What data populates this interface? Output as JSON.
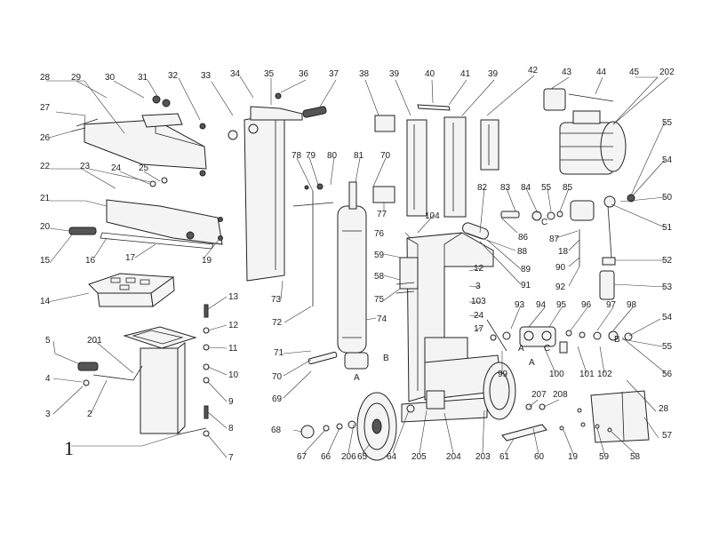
{
  "diagram": {
    "main_label": "1",
    "callouts": [
      {
        "id": "n28a",
        "text": "28"
      },
      {
        "id": "n29",
        "text": "29"
      },
      {
        "id": "n30",
        "text": "30"
      },
      {
        "id": "n31",
        "text": "31"
      },
      {
        "id": "n32",
        "text": "32"
      },
      {
        "id": "n33",
        "text": "33"
      },
      {
        "id": "n34",
        "text": "34"
      },
      {
        "id": "n35",
        "text": "35"
      },
      {
        "id": "n36",
        "text": "36"
      },
      {
        "id": "n37",
        "text": "37"
      },
      {
        "id": "n38",
        "text": "38"
      },
      {
        "id": "n39a",
        "text": "39"
      },
      {
        "id": "n40",
        "text": "40"
      },
      {
        "id": "n41",
        "text": "41"
      },
      {
        "id": "n39b",
        "text": "39"
      },
      {
        "id": "n42",
        "text": "42"
      },
      {
        "id": "n43",
        "text": "43"
      },
      {
        "id": "n44",
        "text": "44"
      },
      {
        "id": "n45",
        "text": "45"
      },
      {
        "id": "n202",
        "text": "202"
      },
      {
        "id": "n27",
        "text": "27"
      },
      {
        "id": "n26",
        "text": "26"
      },
      {
        "id": "n22",
        "text": "22"
      },
      {
        "id": "n23",
        "text": "23"
      },
      {
        "id": "n24a",
        "text": "24"
      },
      {
        "id": "n25",
        "text": "25"
      },
      {
        "id": "n21",
        "text": "21"
      },
      {
        "id": "n20",
        "text": "20"
      },
      {
        "id": "n15",
        "text": "15"
      },
      {
        "id": "n16",
        "text": "16"
      },
      {
        "id": "n17a",
        "text": "17"
      },
      {
        "id": "n19a",
        "text": "19"
      },
      {
        "id": "n14",
        "text": "14"
      },
      {
        "id": "n78",
        "text": "78"
      },
      {
        "id": "n79",
        "text": "79"
      },
      {
        "id": "n80",
        "text": "80"
      },
      {
        "id": "n81",
        "text": "81"
      },
      {
        "id": "n70a",
        "text": "70"
      },
      {
        "id": "n77",
        "text": "77"
      },
      {
        "id": "n73",
        "text": "73"
      },
      {
        "id": "n72",
        "text": "72"
      },
      {
        "id": "n71",
        "text": "71"
      },
      {
        "id": "n74",
        "text": "74"
      },
      {
        "id": "n70b",
        "text": "70"
      },
      {
        "id": "n69",
        "text": "69"
      },
      {
        "id": "n104",
        "text": "104"
      },
      {
        "id": "n76",
        "text": "76"
      },
      {
        "id": "n59a",
        "text": "59"
      },
      {
        "id": "n58a",
        "text": "58"
      },
      {
        "id": "n75",
        "text": "75"
      },
      {
        "id": "n82",
        "text": "82"
      },
      {
        "id": "n83",
        "text": "83"
      },
      {
        "id": "n84",
        "text": "84"
      },
      {
        "id": "n55a",
        "text": "55"
      },
      {
        "id": "n85",
        "text": "85"
      },
      {
        "id": "n86",
        "text": "86"
      },
      {
        "id": "n87",
        "text": "87"
      },
      {
        "id": "n88",
        "text": "88"
      },
      {
        "id": "n89",
        "text": "89"
      },
      {
        "id": "n91",
        "text": "91"
      },
      {
        "id": "n18",
        "text": "18"
      },
      {
        "id": "n90",
        "text": "90"
      },
      {
        "id": "n92",
        "text": "92"
      },
      {
        "id": "n55b",
        "text": "55"
      },
      {
        "id": "n54a",
        "text": "54"
      },
      {
        "id": "n50",
        "text": "50"
      },
      {
        "id": "n51",
        "text": "51"
      },
      {
        "id": "n52",
        "text": "52"
      },
      {
        "id": "n53",
        "text": "53"
      },
      {
        "id": "n12a",
        "text": "12"
      },
      {
        "id": "n3a",
        "text": "3"
      },
      {
        "id": "n24b",
        "text": "24"
      },
      {
        "id": "n17b",
        "text": "17"
      },
      {
        "id": "n93",
        "text": "93"
      },
      {
        "id": "n94",
        "text": "94"
      },
      {
        "id": "n95",
        "text": "95"
      },
      {
        "id": "n96",
        "text": "96"
      },
      {
        "id": "n97",
        "text": "97"
      },
      {
        "id": "n98",
        "text": "98"
      },
      {
        "id": "n54b",
        "text": "54"
      },
      {
        "id": "n55c",
        "text": "55"
      },
      {
        "id": "n99",
        "text": "99"
      },
      {
        "id": "n100",
        "text": "100"
      },
      {
        "id": "n101",
        "text": "101"
      },
      {
        "id": "n102",
        "text": "102"
      },
      {
        "id": "n56",
        "text": "56"
      },
      {
        "id": "n103",
        "text": "103"
      },
      {
        "id": "n13",
        "text": "13"
      },
      {
        "id": "n12b",
        "text": "12"
      },
      {
        "id": "n11",
        "text": "11"
      },
      {
        "id": "n10",
        "text": "10"
      },
      {
        "id": "n9",
        "text": "9"
      },
      {
        "id": "n8",
        "text": "8"
      },
      {
        "id": "n7",
        "text": "7"
      },
      {
        "id": "n5",
        "text": "5"
      },
      {
        "id": "n201",
        "text": "201"
      },
      {
        "id": "n4",
        "text": "4"
      },
      {
        "id": "n3b",
        "text": "3"
      },
      {
        "id": "n2",
        "text": "2"
      },
      {
        "id": "n68",
        "text": "68"
      },
      {
        "id": "n67",
        "text": "67"
      },
      {
        "id": "n66",
        "text": "66"
      },
      {
        "id": "n206",
        "text": "206"
      },
      {
        "id": "n65",
        "text": "65"
      },
      {
        "id": "n64",
        "text": "64"
      },
      {
        "id": "n205",
        "text": "205"
      },
      {
        "id": "n204",
        "text": "204"
      },
      {
        "id": "n203",
        "text": "203"
      },
      {
        "id": "n207",
        "text": "207"
      },
      {
        "id": "n208",
        "text": "208"
      },
      {
        "id": "n61",
        "text": "61"
      },
      {
        "id": "n60",
        "text": "60"
      },
      {
        "id": "n19b",
        "text": "19"
      },
      {
        "id": "n59b",
        "text": "59"
      },
      {
        "id": "n58b",
        "text": "58"
      },
      {
        "id": "n57",
        "text": "57"
      },
      {
        "id": "n28b",
        "text": "28"
      }
    ],
    "letters": [
      {
        "id": "A1",
        "text": "A"
      },
      {
        "id": "B1",
        "text": "B"
      },
      {
        "id": "A2",
        "text": "A"
      },
      {
        "id": "C2",
        "text": "C"
      },
      {
        "id": "A3",
        "text": "A"
      },
      {
        "id": "C3",
        "text": "C"
      },
      {
        "id": "B3",
        "text": "B"
      }
    ]
  }
}
